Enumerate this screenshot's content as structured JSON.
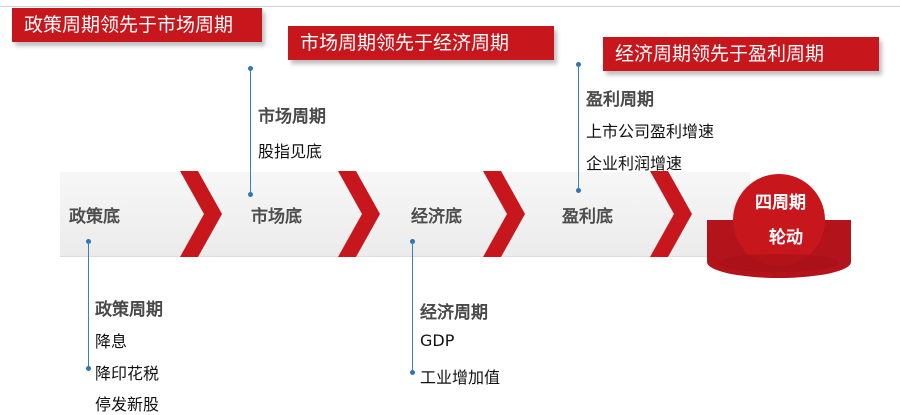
{
  "banners": {
    "policy_leads_market": "政策周期领先于市场周期",
    "market_leads_economy": "市场周期领先于经济周期",
    "economy_leads_profit": "经济周期领先于盈利周期"
  },
  "stages": [
    "政策底",
    "市场底",
    "经济底",
    "盈利底"
  ],
  "cycles": {
    "policy": {
      "title": "政策周期",
      "items": [
        "降息",
        "降印花税",
        "停发新股"
      ]
    },
    "market": {
      "title": "市场周期",
      "items": [
        "股指见底"
      ]
    },
    "economy": {
      "title": "经济周期",
      "items": [
        "GDP",
        "工业增加值"
      ]
    },
    "profit": {
      "title": "盈利周期",
      "items": [
        "上市公司盈利增速",
        "企业利润增速"
      ]
    }
  },
  "end_node": {
    "line1": "四周期",
    "line2": "轮动"
  },
  "colors": {
    "accent_red": "#c8161d",
    "connector_blue": "#2f74b5",
    "band_gray": "#eeeeee",
    "text_dark": "#4a4a4a"
  }
}
